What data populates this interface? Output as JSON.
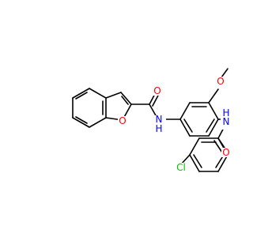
{
  "colors": {
    "bond": "#000000",
    "oxygen": "#ff0000",
    "nitrogen": "#0000ff",
    "chlorine": "#00c000",
    "background": "#ffffff"
  },
  "atoms": {
    "furan_o": "O",
    "carbonyl_o_left": "O",
    "amide_n_left": "N",
    "amide_h_left": "H",
    "methoxy_o": "O",
    "amide_n_right": "N",
    "amide_h_right": "H",
    "carbonyl_o_right": "O",
    "chlorine": "Cl"
  }
}
